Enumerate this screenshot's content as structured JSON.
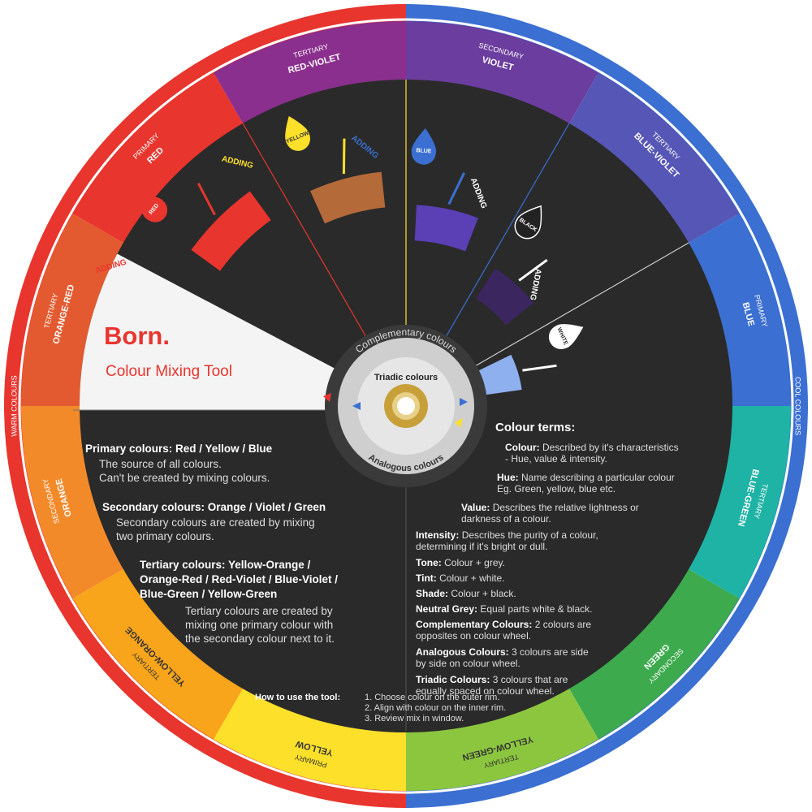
{
  "brand": {
    "name": "Born.",
    "subtitle": "Colour Mixing Tool"
  },
  "rim": {
    "warm_label": "WARM COLOURS",
    "cool_label": "COOL COLOURS",
    "warm_color": "#e8352e",
    "cool_color": "#3b6fd1"
  },
  "segments": [
    {
      "type": "SECONDARY",
      "name": "VIOLET",
      "color": "#6a3d9e"
    },
    {
      "type": "TERTIARY",
      "name": "BLUE-VIOLET",
      "color": "#5656b6"
    },
    {
      "type": "PRIMARY",
      "name": "BLUE",
      "color": "#3b6fd1"
    },
    {
      "type": "TERTIARY",
      "name": "BLUE-GREEN",
      "color": "#1fb3a5"
    },
    {
      "type": "SECONDARY",
      "name": "GREEN",
      "color": "#3daa4d"
    },
    {
      "type": "TERTIARY",
      "name": "YELLOW-GREEN",
      "color": "#8cc63f"
    },
    {
      "type": "PRIMARY",
      "name": "YELLOW",
      "color": "#fde02a"
    },
    {
      "type": "TERTIARY",
      "name": "YELLOW-ORANGE",
      "color": "#f9a51b"
    },
    {
      "type": "SECONDARY",
      "name": "ORANGE",
      "color": "#f38a2a"
    },
    {
      "type": "TERTIARY",
      "name": "ORANGE-RED",
      "color": "#e45a30"
    },
    {
      "type": "PRIMARY",
      "name": "RED",
      "color": "#e8352e"
    },
    {
      "type": "TERTIARY",
      "name": "RED-VIOLET",
      "color": "#8a2f8d"
    }
  ],
  "windows": [
    {
      "adding": "ADDING",
      "drop": "RED",
      "mix_color": "#e8352e"
    },
    {
      "adding": "ADDING",
      "drop": "YELLOW",
      "mix_color": "#b56a3a"
    },
    {
      "adding": "ADDING",
      "drop": "BLUE",
      "mix_color": "#5a3fb5"
    },
    {
      "adding": "ADDING",
      "drop": "BLACK",
      "mix_color": "#3c2660"
    },
    {
      "adding": "ADDING",
      "drop": "WHITE",
      "mix_color": "#8fb0ee"
    }
  ],
  "hub": {
    "outer": "Complementary colours",
    "middle": "Analogous colours",
    "inner": "Triadic colours"
  },
  "left_text": {
    "primary_title": "Primary colours: Red / Yellow / Blue",
    "primary_l1": "The source of all colours.",
    "primary_l2": "Can't be created by mixing colours.",
    "secondary_title": "Secondary colours: Orange / Violet / Green",
    "secondary_l1": "Secondary colours are created by mixing",
    "secondary_l2": "two primary colours.",
    "tertiary_t1": "Tertiary colours: Yellow-Orange /",
    "tertiary_t2": "Orange-Red / Red-Violet / Blue-Violet /",
    "tertiary_t3": "Blue-Green / Yellow-Green",
    "tertiary_l1": "Tertiary colours are created by",
    "tertiary_l2": "mixing one primary colour with",
    "tertiary_l3": "the secondary colour next to it."
  },
  "terms": {
    "title": "Colour terms:",
    "items": [
      {
        "term": "Colour:",
        "def": "Described by it's characteristics",
        "def2": "- Hue, value & intensity."
      },
      {
        "term": "Hue:",
        "def": "Name describing a particular colour",
        "def2": "Eg. Green, yellow, blue etc."
      },
      {
        "term": "Value:",
        "def": "Describes the relative lightness or",
        "def2": "darkness of a colour."
      },
      {
        "term": "Intensity:",
        "def": "Describes the purity of a colour,",
        "def2": "determining if it's bright or dull."
      },
      {
        "term": "Tone:",
        "def": "Colour + grey.",
        "def2": ""
      },
      {
        "term": "Tint:",
        "def": "Colour + white.",
        "def2": ""
      },
      {
        "term": "Shade:",
        "def": "Colour + black.",
        "def2": ""
      },
      {
        "term": "Neutral Grey:",
        "def": "Equal parts white & black.",
        "def2": ""
      },
      {
        "term": "Complementary Colours:",
        "def": "2 colours are",
        "def2": "opposites on colour wheel."
      },
      {
        "term": "Analogous Colours:",
        "def": "3 colours are side",
        "def2": "by side on colour wheel."
      },
      {
        "term": "Triadic Colours:",
        "def": "3 colours that are",
        "def2": "equally spaced on colour wheel."
      }
    ]
  },
  "how_to": {
    "title": "How to use the tool:",
    "steps": [
      "1. Choose colour on the outer rim.",
      "2. Align with colour on the inner rim.",
      "3. Review mix in window."
    ]
  }
}
